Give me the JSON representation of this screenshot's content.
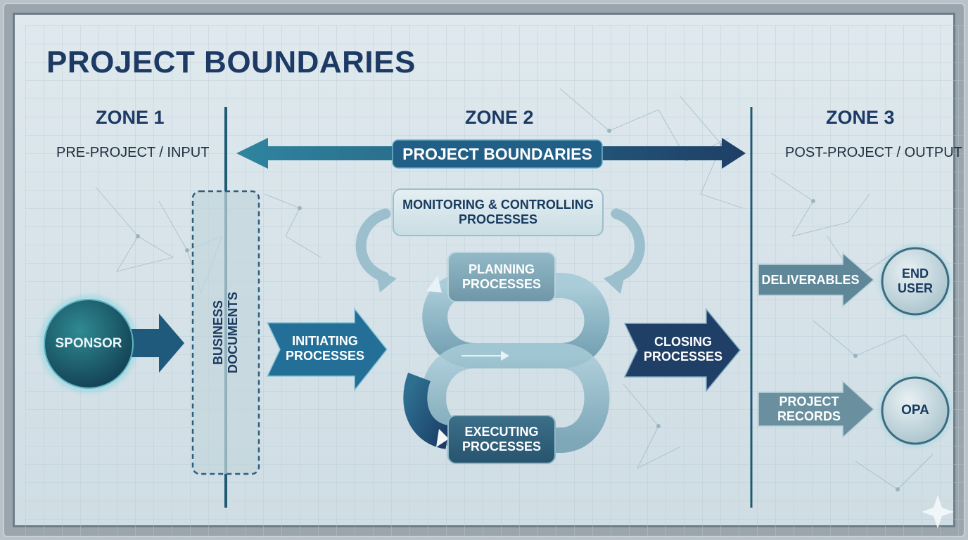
{
  "title": "PROJECT BOUNDARIES",
  "zones": [
    {
      "title": "ZONE 1",
      "subtitle": "PRE-PROJECT / INPUT"
    },
    {
      "title": "ZONE 2",
      "subtitle": ""
    },
    {
      "title": "ZONE 3",
      "subtitle": "POST-PROJECT / OUTPUT"
    }
  ],
  "boundary_label": "PROJECT BOUNDARIES",
  "inputs": {
    "sponsor": "SPONSOR",
    "business_documents": "BUSINESS DOCUMENTS"
  },
  "processes": {
    "initiating": [
      "INITIATING",
      "PROCESSES"
    ],
    "monitoring": [
      "MONITORING & CONTROLLING",
      "PROCESSES"
    ],
    "planning": [
      "PLANNING",
      "PROCESSES"
    ],
    "executing": [
      "EXECUTING",
      "PROCESSES"
    ],
    "closing": [
      "CLOSING",
      "PROCESSES"
    ]
  },
  "outputs": {
    "deliverables": "DELIVERABLES",
    "end_user": [
      "END",
      "USER"
    ],
    "project_records": [
      "PROJECT",
      "RECORDS"
    ],
    "opa": "OPA"
  },
  "colors": {
    "navy": "#1c3a63",
    "teal": "#2a7f98",
    "dark_teal": "#1b5e76",
    "light_box": "#d4e5ea",
    "mid_box": "#7aa8b8",
    "slate": "#5d8596"
  }
}
